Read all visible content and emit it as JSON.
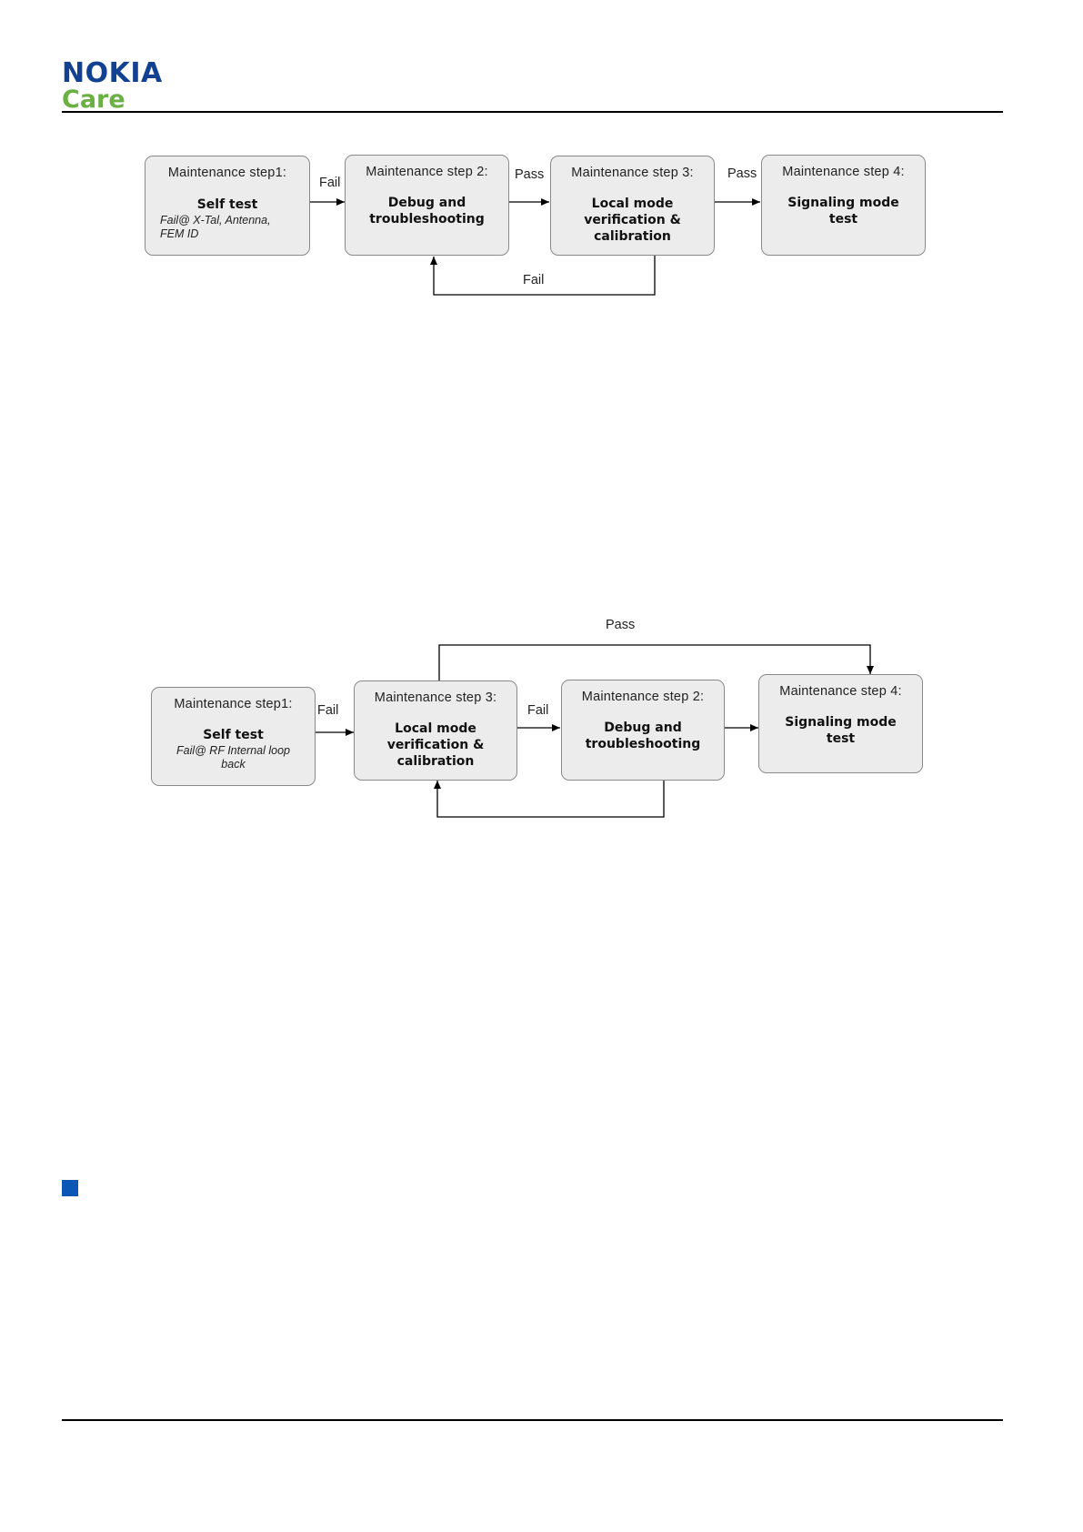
{
  "brand": {
    "name": "NOKIA",
    "sub": "Care",
    "primary_color": "#124191",
    "secondary_color": "#6ab043"
  },
  "diagram1": {
    "boxes": [
      {
        "step": "Maintenance step1:",
        "main": "Self test",
        "note": "Fail@ X-Tal, Antenna, FEM ID"
      },
      {
        "step": "Maintenance step 2:",
        "main": "Debug and troubleshooting"
      },
      {
        "step": "Maintenance step 3:",
        "main": "Local mode verification & calibration"
      },
      {
        "step": "Maintenance step 4:",
        "main": "Signaling mode test"
      }
    ],
    "labels": {
      "fail1": "Fail",
      "pass1": "Pass",
      "pass2": "Pass",
      "fail_back": "Fail"
    }
  },
  "diagram2": {
    "boxes": [
      {
        "step": "Maintenance step1:",
        "main": "Self test",
        "note": "Fail@ RF Internal loop back"
      },
      {
        "step": "Maintenance step 3:",
        "main": "Local mode verification & calibration"
      },
      {
        "step": "Maintenance step 2:",
        "main": "Debug and troubleshooting"
      },
      {
        "step": "Maintenance step 4:",
        "main": "Signaling mode test"
      }
    ],
    "labels": {
      "fail1": "Fail",
      "fail2": "Fail",
      "pass_top": "Pass"
    }
  },
  "bullet_color": "#0b57b5"
}
